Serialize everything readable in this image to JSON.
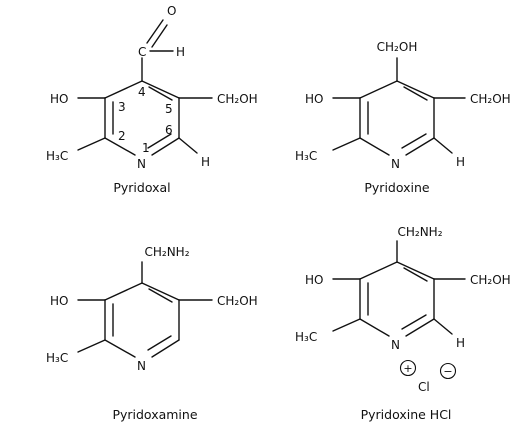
{
  "molecules": [
    {
      "name": "Pyridoxal",
      "ring_numbers": [
        "1",
        "2",
        "3",
        "4",
        "5",
        "6"
      ],
      "groups": {
        "oxygen": "O",
        "aldehyde_c": "C",
        "aldehyde_h": "H",
        "hydroxy": "HO",
        "hydroxymethyl": "CH₂OH",
        "methyl": "H₃C",
        "nitrogen": "N",
        "hydrogen": "H"
      }
    },
    {
      "name": "Pyridoxine",
      "groups": {
        "top": "CH₂OH",
        "hydroxy": "HO",
        "hydroxymethyl": "CH₂OH",
        "methyl": "H₃C",
        "nitrogen": "N",
        "hydrogen": "H"
      }
    },
    {
      "name": "Pyridoxamine",
      "groups": {
        "top": "CH₂NH₂",
        "hydroxy": "HO",
        "hydroxymethyl": "CH₂OH",
        "methyl": "H₃C",
        "nitrogen": "N"
      }
    },
    {
      "name": "Pyridoxine HCl",
      "groups": {
        "top": "CH₂NH₂",
        "hydroxy": "HO",
        "hydroxymethyl": "CH₂OH",
        "methyl": "H₃C",
        "nitrogen": "N",
        "hydrogen": "H",
        "plus": "+",
        "chloride": "Cl",
        "minus": "−"
      }
    }
  ]
}
